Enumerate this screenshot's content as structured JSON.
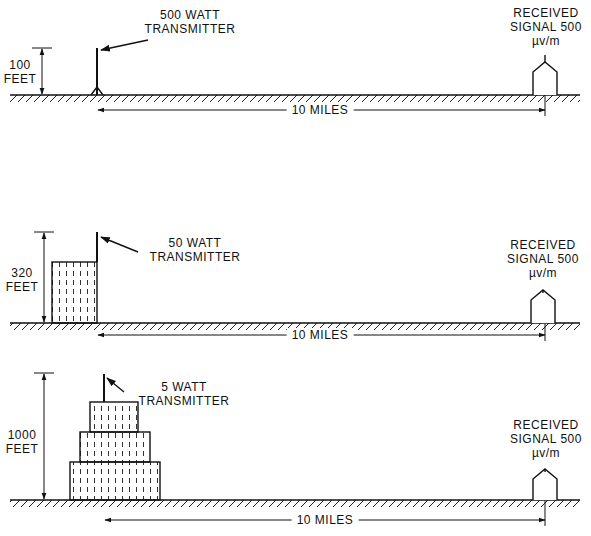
{
  "diagram": {
    "labels": [
      "100 FEET",
      "500 WATT TRANSMITTER",
      "RECEIVED SIGNAL 500 µv/m",
      "10 MILES",
      "320 FEET",
      "50 WATT TRANSMITTER",
      "RECEIVED SIGNAL 500 µv/m",
      "10 MILES",
      "1000 FEET",
      "5 WATT TRANSMITTER",
      "RECEIVED SIGNAL 500 µv/m",
      "10 MILES"
    ]
  }
}
